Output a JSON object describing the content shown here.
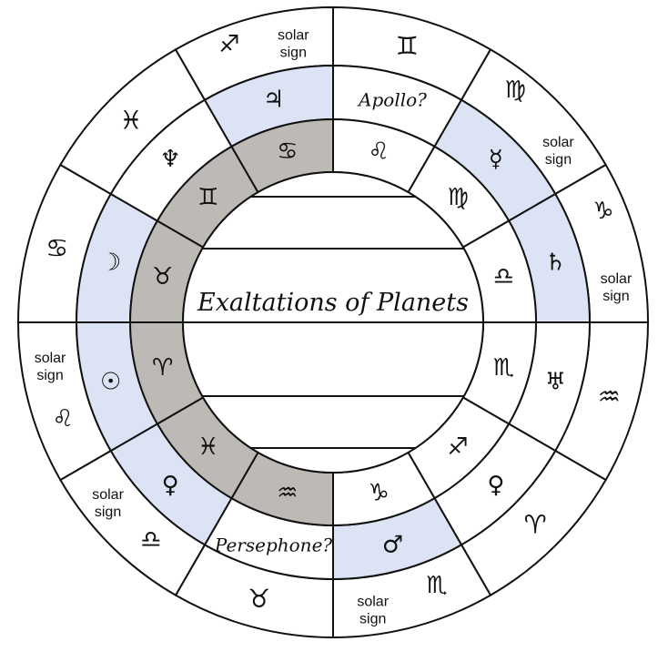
{
  "title": "Exaltations of Planets",
  "colors": {
    "blue": "#dce3f5",
    "gray": "#bdb9b5",
    "line": "#111111",
    "white": "#ffffff"
  },
  "outer_ring": [
    {
      "sign": "♊",
      "icon": "gemini-icon"
    },
    {
      "sign": "♍",
      "icon": "virgo-icon",
      "note": "solar sign"
    },
    {
      "sign": "♑",
      "icon": "capricorn-icon",
      "note": "solar sign"
    },
    {
      "sign": "♒",
      "icon": "aquarius-icon"
    },
    {
      "sign": "♈",
      "icon": "aries-icon"
    },
    {
      "sign": "♏",
      "icon": "scorpio-icon",
      "note": "solar sign"
    },
    {
      "sign": "♉",
      "icon": "taurus-icon"
    },
    {
      "sign": "♎",
      "icon": "libra-icon",
      "note": "solar sign"
    },
    {
      "sign": "♌",
      "icon": "leo-icon",
      "note": "solar sign"
    },
    {
      "sign": "♋",
      "icon": "cancer-icon"
    },
    {
      "sign": "♓",
      "icon": "pisces-icon"
    },
    {
      "sign": "♐",
      "icon": "sagittarius-icon",
      "note": "solar sign"
    }
  ],
  "planet_ring": [
    {
      "planet": "Apollo?",
      "italic": true
    },
    {
      "planet": "☿",
      "icon": "mercury-icon",
      "blue": true
    },
    {
      "planet": "♄",
      "icon": "saturn-icon",
      "blue": true
    },
    {
      "planet": "♅",
      "icon": "uranus-icon"
    },
    {
      "planet": "♀",
      "icon": "venus-icon"
    },
    {
      "planet": "♂",
      "icon": "mars-icon",
      "blue": true
    },
    {
      "planet": "Persephone?",
      "italic": true
    },
    {
      "planet": "♀",
      "icon": "venus-icon",
      "blue": true
    },
    {
      "planet": "☉",
      "icon": "sun-icon",
      "blue": true
    },
    {
      "planet": "☽",
      "icon": "moon-icon",
      "blue": true
    },
    {
      "planet": "♆",
      "icon": "neptune-icon"
    },
    {
      "planet": "♃",
      "icon": "jupiter-icon",
      "blue": true
    }
  ],
  "inner_ring": [
    {
      "sign": "♌",
      "icon": "leo-icon"
    },
    {
      "sign": "♍",
      "icon": "virgo-icon"
    },
    {
      "sign": "♎",
      "icon": "libra-icon"
    },
    {
      "sign": "♏",
      "icon": "scorpio-icon"
    },
    {
      "sign": "♐",
      "icon": "sagittarius-icon"
    },
    {
      "sign": "♑",
      "icon": "capricorn-icon"
    },
    {
      "sign": "♒",
      "icon": "aquarius-icon",
      "gray": true
    },
    {
      "sign": "♓",
      "icon": "pisces-icon",
      "gray": true
    },
    {
      "sign": "♈",
      "icon": "aries-icon",
      "gray": true
    },
    {
      "sign": "♉",
      "icon": "taurus-icon",
      "gray": true
    },
    {
      "sign": "♊",
      "icon": "gemini-icon",
      "gray": true
    },
    {
      "sign": "♋",
      "icon": "cancer-icon",
      "gray": true
    }
  ]
}
